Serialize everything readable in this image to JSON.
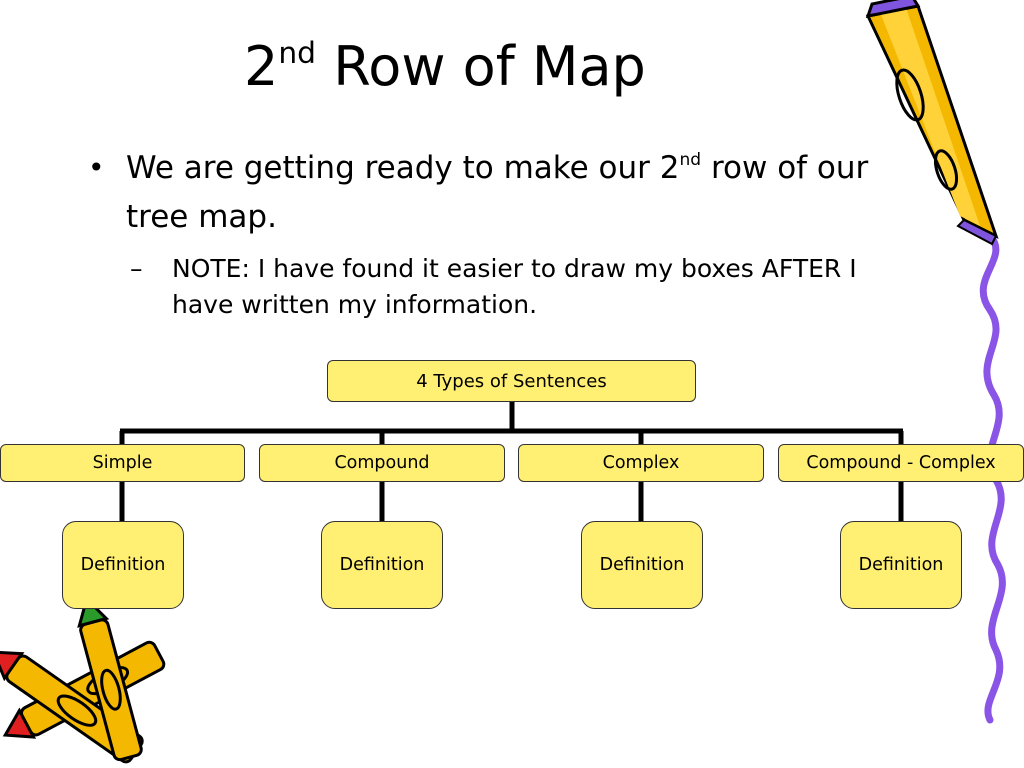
{
  "slide": {
    "title_main": "2",
    "title_sup": "nd",
    "title_rest": " Row of Map",
    "bullet_mark": "•",
    "bullet_part1": "We are getting ready to make our 2",
    "bullet_sup": "nd",
    "bullet_part2": " row of our tree map.",
    "sub_mark": "–",
    "sub_text": "NOTE:  I have found it easier to draw my boxes AFTER I have written my information."
  },
  "tree_map": {
    "root": "4 Types of Sentences",
    "categories": [
      {
        "label": "Simple",
        "child": "Definition"
      },
      {
        "label": "Compound",
        "child": "Definition"
      },
      {
        "label": "Complex",
        "child": "Definition"
      },
      {
        "label": "Compound - Complex",
        "child": "Definition"
      }
    ]
  },
  "colors": {
    "box_fill": "#ffef73",
    "connector": "#000000",
    "pencil_yellow": "#f5b800",
    "pencil_purple": "#7f55e0",
    "pencil_red": "#e02020",
    "pencil_green": "#2a9a2a"
  },
  "decorations": [
    "pencil-icon",
    "crayon-icon",
    "squiggle-border"
  ]
}
